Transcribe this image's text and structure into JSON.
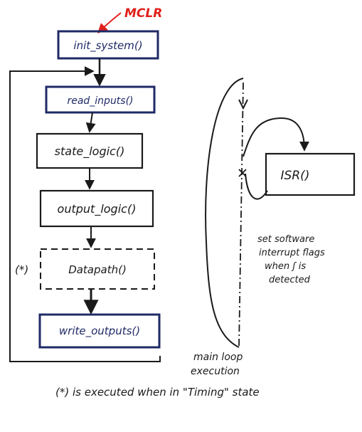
{
  "colors": {
    "ink": "#1a1a1a",
    "blue_ink": "#1f2a66",
    "red_ink": "#e0201a"
  },
  "reset_label": "MCLR",
  "blocks": {
    "init": "init_system()",
    "read": "read_inputs()",
    "state": "state_logic()",
    "output": "output_logic()",
    "datapath": "Datapath()",
    "write": "write_outputs()"
  },
  "datapath_mark": "(*)",
  "isr": "ISR()",
  "isr_note": [
    "set software",
    "interrupt flags",
    "when ʃ is",
    "detected"
  ],
  "main_loop_label": [
    "main loop",
    "execution"
  ],
  "footnote": "(*) is executed when in \"Timing\" state"
}
